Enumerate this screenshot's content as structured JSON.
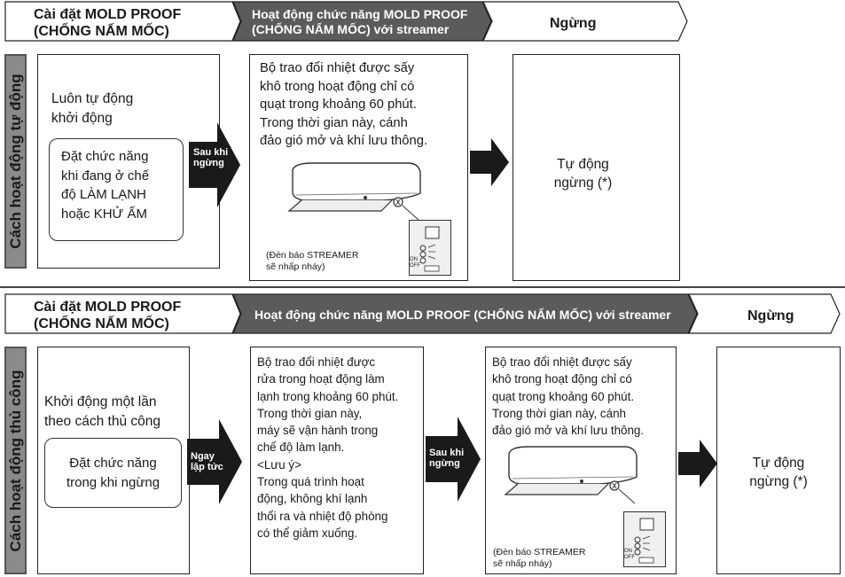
{
  "section1": {
    "header": {
      "setup_line1": "Cài đặt MOLD PROOF",
      "setup_line2": "(CHỐNG NẤM MỐC)",
      "operation_line1": "Hoạt động chức năng MOLD PROOF",
      "operation_line2": "(CHỐNG NẤM MỐC) với streamer",
      "stop": "Ngừng"
    },
    "side_label": "Cách hoạt động tự động",
    "box1": {
      "line1": "Luôn tự động",
      "line2": "khởi động"
    },
    "inner": {
      "line1": "Đặt chức năng",
      "line2": "khi đang ở chế",
      "line3": "độ LÀM LẠNH",
      "line4": "hoặc KHỬ ẨM"
    },
    "arrow1": {
      "line1": "Sau khi",
      "line2": "ngừng"
    },
    "box2": {
      "lines": [
        "Bộ trao đổi nhiệt được sấy",
        "khô trong hoạt động chỉ có",
        "quạt trong khoảng 60 phút.",
        "Trong thời gian này, cánh",
        "đảo gió mở và khí lưu thông."
      ],
      "note_line1": "(Đèn báo STREAMER",
      "note_line2": "sẽ nhấp nháy)"
    },
    "box3": {
      "line1": "Tự động",
      "line2": "ngừng (*)"
    }
  },
  "section2": {
    "header": {
      "setup_line1": "Cài đặt MOLD PROOF",
      "setup_line2": "(CHỐNG NẤM MỐC)",
      "operation": "Hoạt động chức năng MOLD PROOF (CHỐNG NẤM MỐC) với streamer",
      "stop": "Ngừng"
    },
    "side_label": "Cách hoạt động thủ công",
    "box1": {
      "line1": "Khởi động một lần",
      "line2": "theo cách thủ công"
    },
    "inner": {
      "line1": "Đặt chức năng",
      "line2": "trong khi ngừng"
    },
    "arrow1": {
      "line1": "Ngay",
      "line2": "lập tức"
    },
    "box2": {
      "lines": [
        "Bộ trao đổi nhiệt được",
        "rửa trong hoạt động làm",
        "lạnh trong khoảng 60 phút.",
        "Trong thời gian này,",
        "máy sẽ vận hành trong",
        "chế độ làm lạnh.",
        "<Lưu ý>",
        "Trong quá trình hoạt",
        "động, không khí lạnh",
        "thổi ra và nhiệt độ phòng",
        "có thể giảm xuống."
      ]
    },
    "arrow2": {
      "line1": "Sau khi",
      "line2": "ngừng"
    },
    "box3": {
      "lines": [
        "Bộ trao đổi nhiệt được sấy",
        "khô trong hoạt động chỉ có",
        "quạt trong khoảng 60 phút.",
        "Trong thời gian này, cánh",
        "đảo gió mở và khí lưu thông."
      ],
      "note_line1": "(Đèn báo STREAMER",
      "note_line2": "sẽ nhấp nháy)"
    },
    "box4": {
      "line1": "Tự động",
      "line2": "ngừng (*)"
    }
  },
  "panel_labels": {
    "on": "ON",
    "off": "OFF"
  },
  "colors": {
    "dark_chevron": "#5b5b5b",
    "side_label": "#8a8a8a",
    "arrow": "#1a1a1a"
  }
}
